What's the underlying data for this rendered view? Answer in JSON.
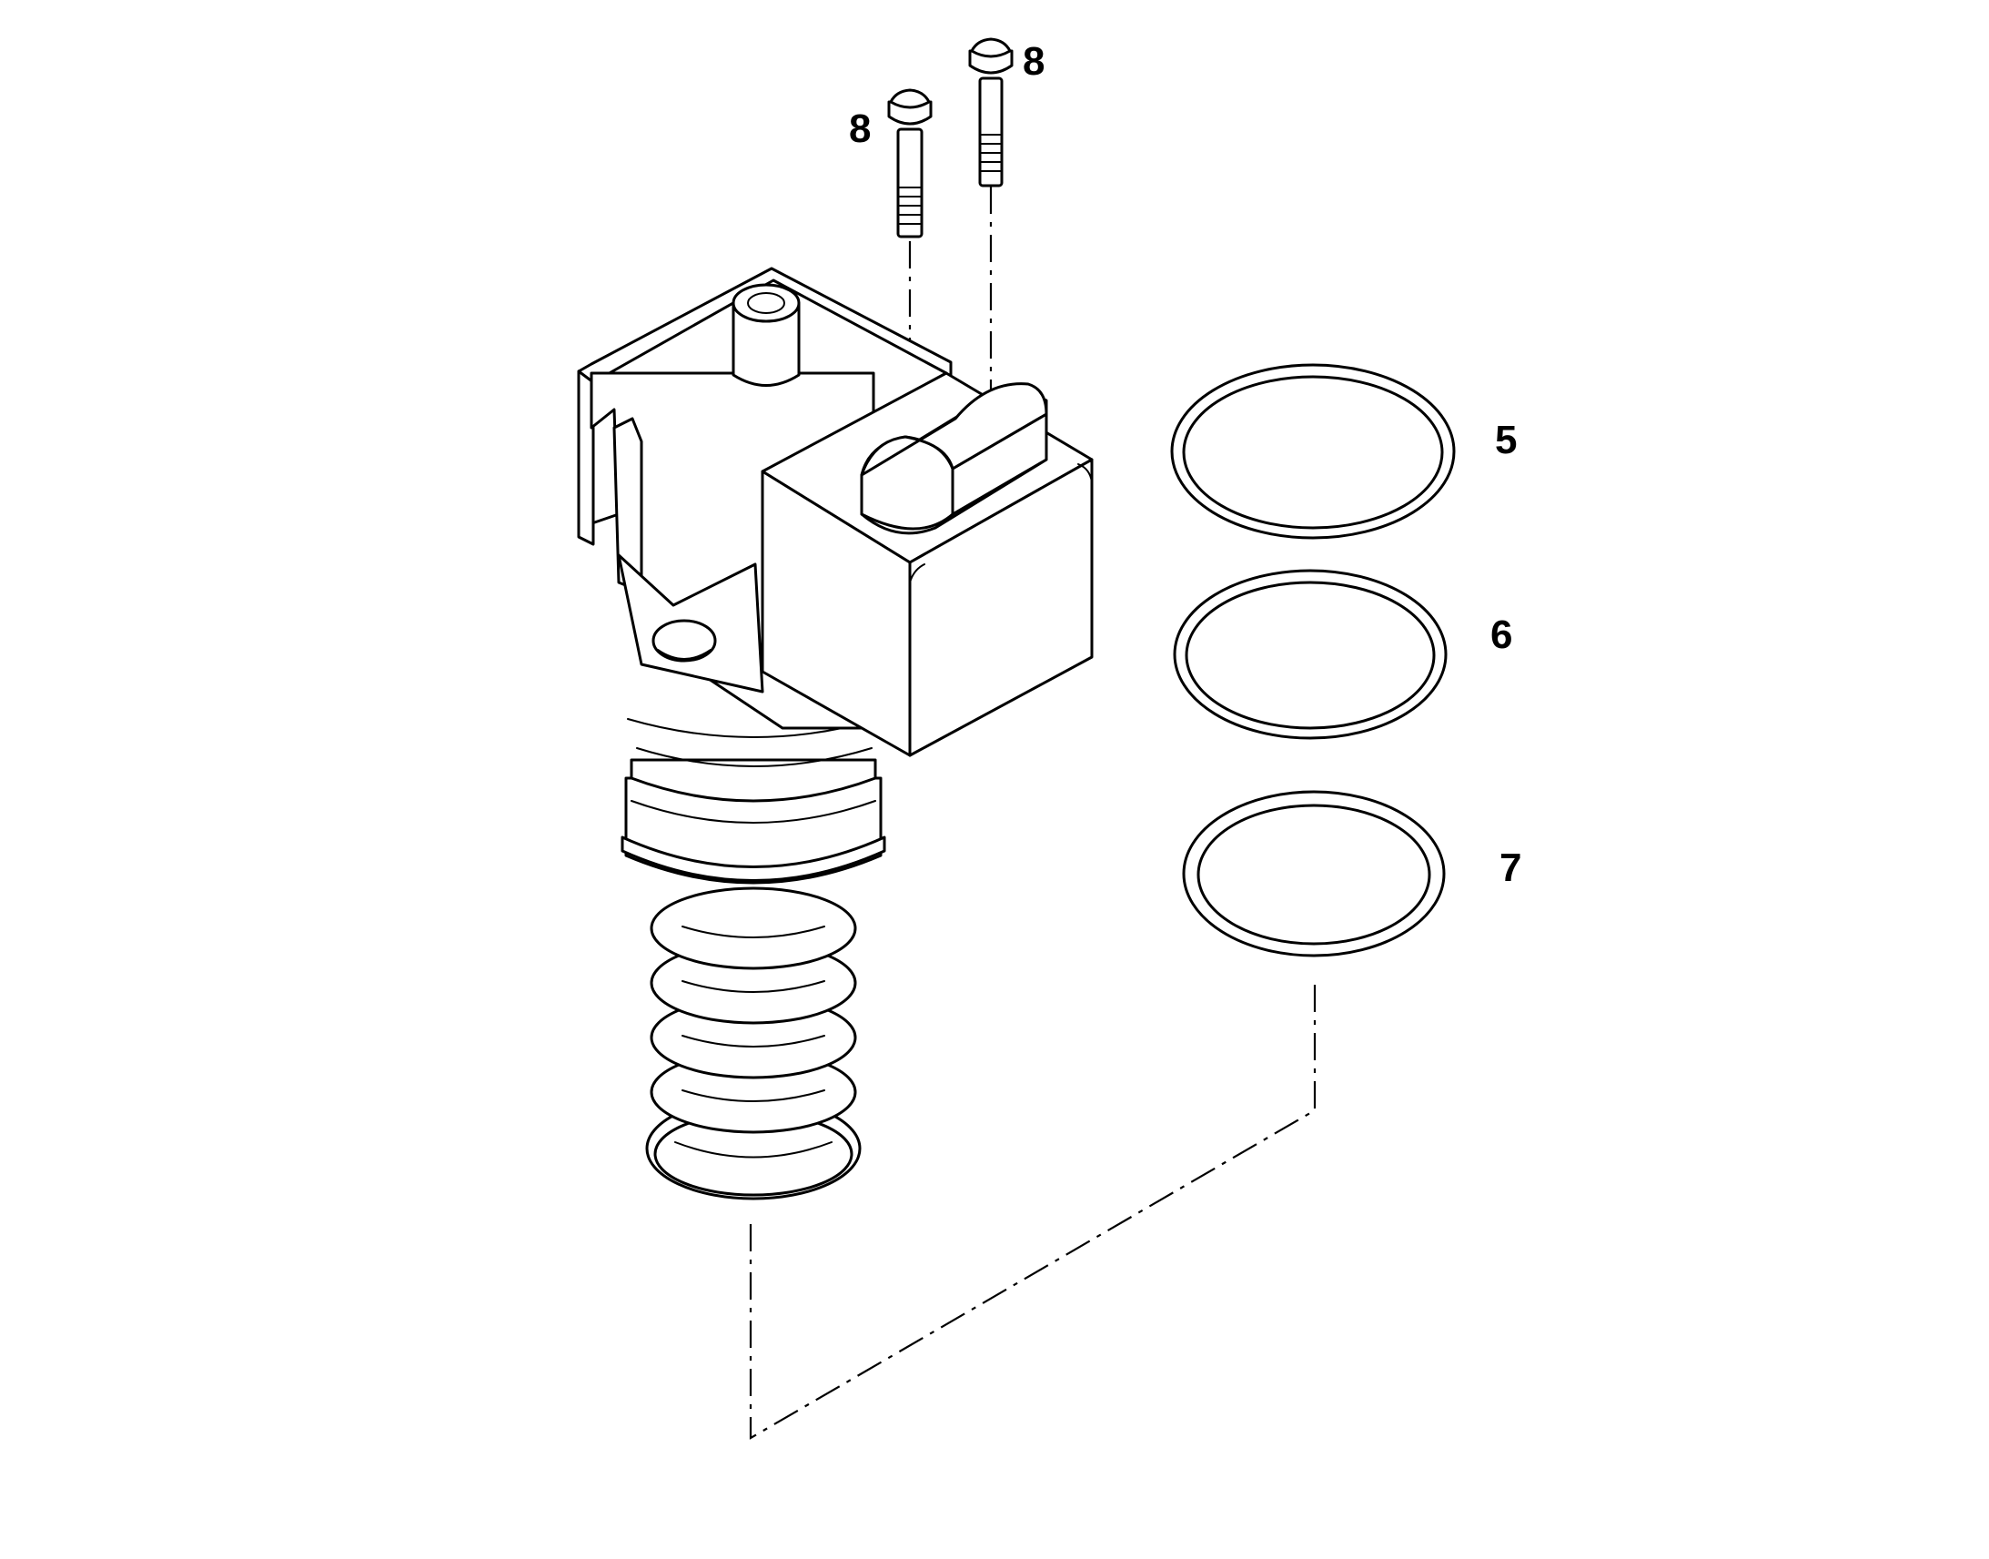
{
  "callouts": {
    "ring_large": "5",
    "ring_medium": "6",
    "ring_small": "7",
    "bolt_left": "8",
    "bolt_right": "8"
  },
  "colors": {
    "line": "#000000",
    "background": "#ffffff"
  }
}
